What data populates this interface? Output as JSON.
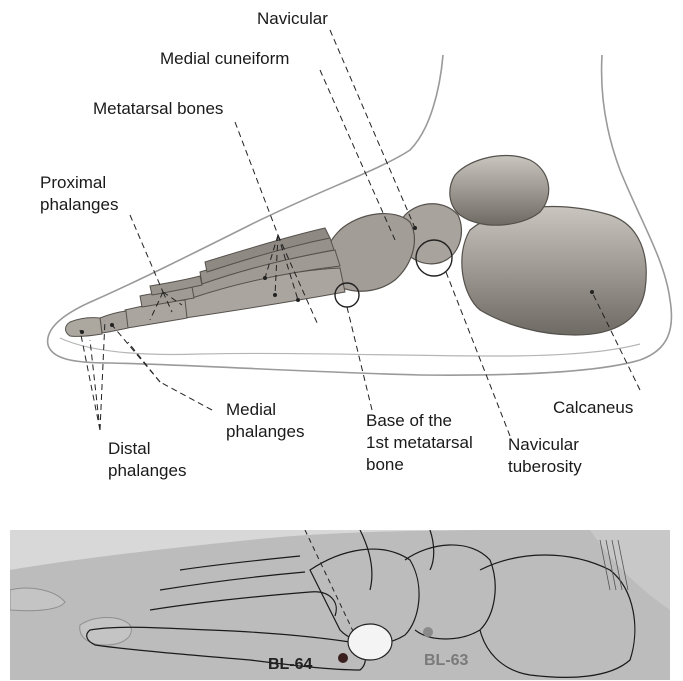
{
  "labels": {
    "navicular": "Navicular",
    "medial_cuneiform": "Medial cuneiform",
    "metatarsal_bones": "Metatarsal bones",
    "proximal_phalanges_line1": "Proximal",
    "proximal_phalanges_line2": "phalanges",
    "medial_phalanges_line1": "Medial",
    "medial_phalanges_line2": "phalanges",
    "distal_phalanges_line1": "Distal",
    "distal_phalanges_line2": "phalanges",
    "base_line1": "Base of the",
    "base_line2": "1st metatarsal",
    "base_line3": "bone",
    "navicular_tuberosity_line1": "Navicular",
    "navicular_tuberosity_line2": "tuberosity",
    "calcaneus": "Calcaneus"
  },
  "points": {
    "bl64": "BL-64",
    "bl63": "BL-63"
  },
  "colors": {
    "bone": "#9d9891",
    "bone_dark": "#5e5a55",
    "skin_outline": "#8c8c8c",
    "photo_bg": "#a8a8a8",
    "photo_skin": "#bdbdbd",
    "bl64_dot": "#3a1f1f",
    "bl63_dot": "#8a8a8a"
  }
}
